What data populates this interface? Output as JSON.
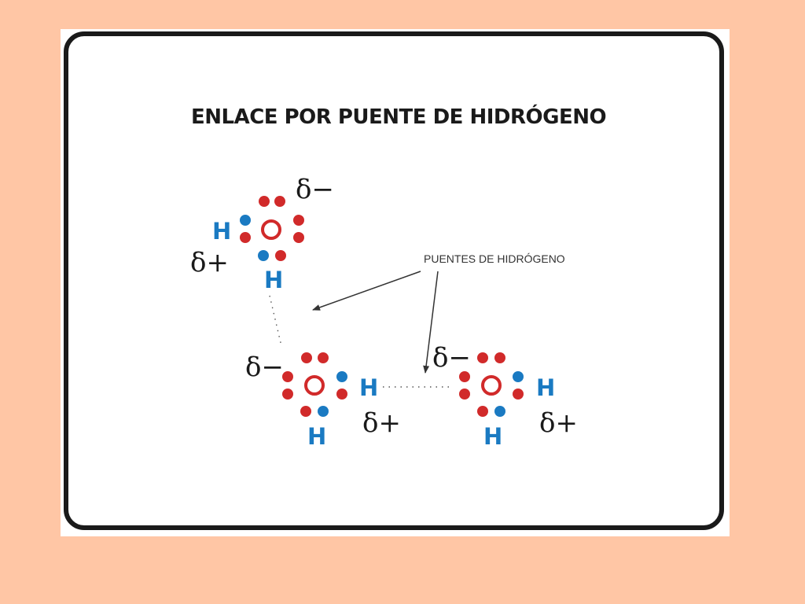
{
  "title": "ENLACE POR PUENTE DE HIDRÓGENO",
  "callout": "PUENTES DE HIDRÓGENO",
  "atoms": {
    "hydrogen": "H",
    "partial_negative": "δ−",
    "partial_positive": "δ+"
  },
  "colors": {
    "background": "#FFC6A5",
    "oxygen_electron": "#d12a2a",
    "hydrogen_electron": "#1a7ac2",
    "hydrogen_label": "#1a7ac2",
    "outline": "#1a1a1a"
  }
}
